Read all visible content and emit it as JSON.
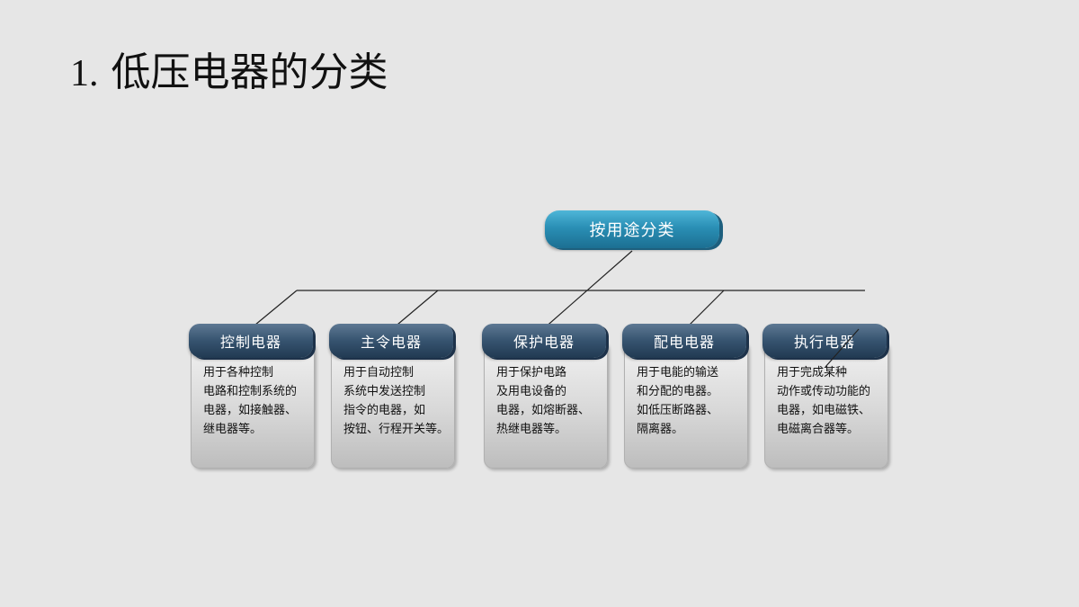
{
  "title": {
    "number": "1.",
    "text": "低压电器的分类"
  },
  "root": {
    "label": "按用途分类"
  },
  "categories": [
    {
      "label": "控制电器",
      "desc": "用于各种控制\n电路和控制系统的\n电器，如接触器、\n继电器等。"
    },
    {
      "label": "主令电器",
      "desc": "用于自动控制\n系统中发送控制\n指令的电器，如\n按钮、行程开关等。"
    },
    {
      "label": "保护电器",
      "desc": "用于保护电路\n及用电设备的\n电器，如熔断器、\n热继电器等。"
    },
    {
      "label": "配电电器",
      "desc": "用于电能的输送\n和分配的电器。\n如低压断路器、\n隔离器。"
    },
    {
      "label": "执行电器",
      "desc": "用于完成某种\n动作或传动功能的\n电器，如电磁铁、\n电磁离合器等。"
    }
  ],
  "colors": {
    "root": "#2a8fb5",
    "header": "#36536f",
    "card": "#d8d8d8",
    "background": "#e6e6e6"
  }
}
